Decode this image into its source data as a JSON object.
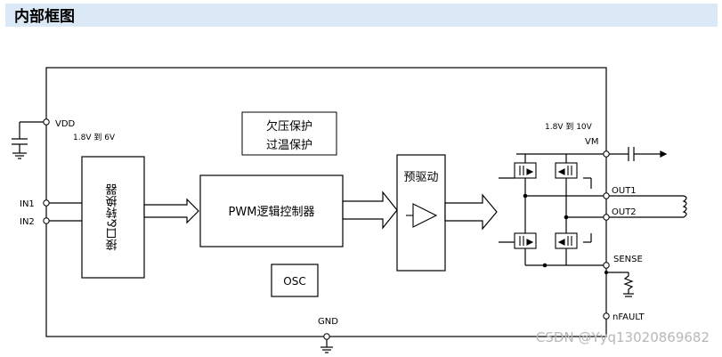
{
  "header": {
    "title": "内部框图"
  },
  "pins": {
    "vdd": "VDD",
    "vdd_range": "1.8V 到 6V",
    "in1": "IN1",
    "in2": "IN2",
    "vm": "VM",
    "vm_range": "1.8V 到 10V",
    "out1": "OUT1",
    "out2": "OUT2",
    "sense": "SENSE",
    "nfault": "nFAULT",
    "gnd": "GND"
  },
  "blocks": {
    "protection_line1": "欠压保护",
    "protection_line2": "过温保护",
    "interface": "接口&转换器",
    "pwm": "PWM逻辑控制器",
    "predriver": "预驱动",
    "osc": "OSC"
  },
  "watermark": "CSDN @Yyq13020869682"
}
